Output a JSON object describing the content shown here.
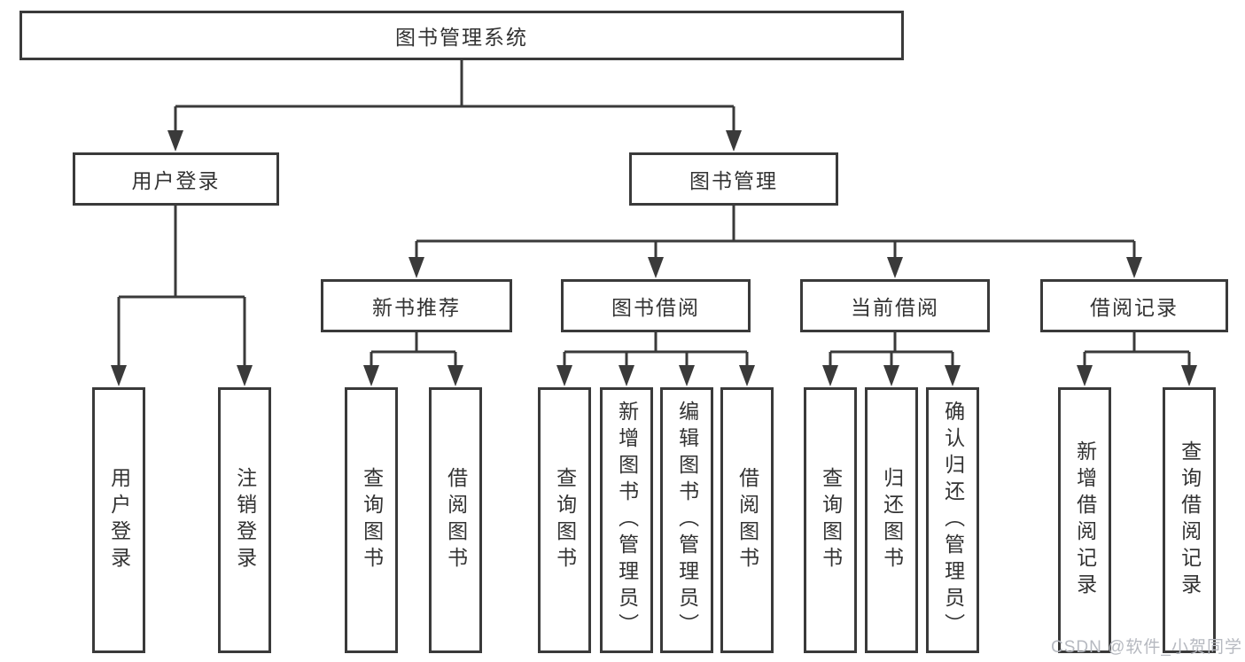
{
  "diagram": {
    "root": {
      "label": "图书管理系统"
    },
    "level2": [
      {
        "label": "用户登录"
      },
      {
        "label": "图书管理"
      }
    ],
    "level3": [
      {
        "label": "新书推荐",
        "parent": "图书管理"
      },
      {
        "label": "图书借阅",
        "parent": "图书管理"
      },
      {
        "label": "当前借阅",
        "parent": "图书管理"
      },
      {
        "label": "借阅记录",
        "parent": "图书管理"
      }
    ],
    "leaves": [
      {
        "label": "用户登录",
        "parent": "用户登录"
      },
      {
        "label": "注销登录",
        "parent": "用户登录"
      },
      {
        "label": "查询图书",
        "parent": "新书推荐"
      },
      {
        "label": "借阅图书",
        "parent": "新书推荐"
      },
      {
        "label": "查询图书",
        "parent": "图书借阅"
      },
      {
        "label": "新增图书（管理员）",
        "parent": "图书借阅"
      },
      {
        "label": "编辑图书（管理员）",
        "parent": "图书借阅"
      },
      {
        "label": "借阅图书",
        "parent": "图书借阅"
      },
      {
        "label": "查询图书",
        "parent": "当前借阅"
      },
      {
        "label": "归还图书",
        "parent": "当前借阅"
      },
      {
        "label": "确认归还（管理员）",
        "parent": "当前借阅"
      },
      {
        "label": "新增借阅记录",
        "parent": "借阅记录"
      },
      {
        "label": "查询借阅记录",
        "parent": "借阅记录"
      }
    ]
  },
  "watermark": {
    "text": "CSDN @软件_小贺同学"
  },
  "colors": {
    "line": "#3a3a3a",
    "text": "#333333",
    "watermark": "#b6b9c0",
    "background": "#ffffff"
  }
}
